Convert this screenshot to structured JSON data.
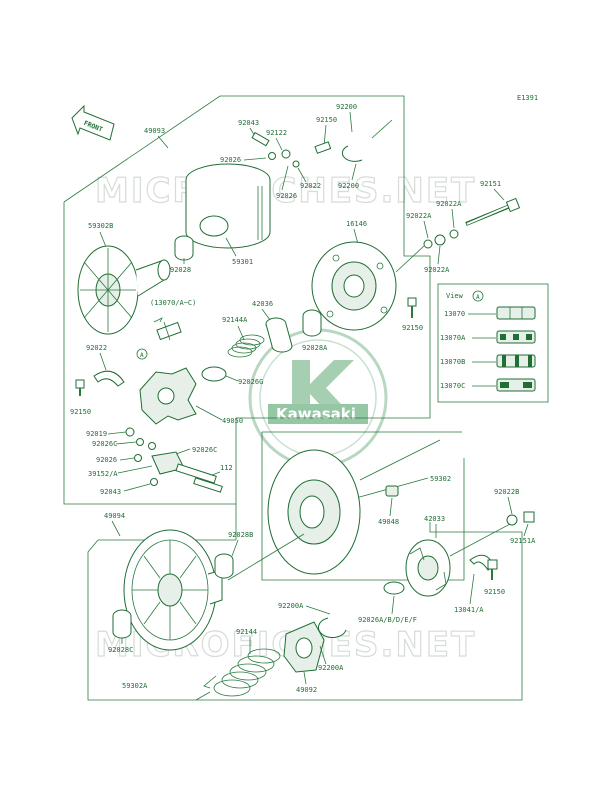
{
  "diagram_id": "E1391",
  "front_label": "FRONT",
  "watermark": "MICROFICHES.NET",
  "brand": "Kawasaki",
  "view_title": "View",
  "view_ref": "A",
  "callout_a": "A",
  "labels": {
    "p49093": "49093",
    "p92043a": "92043",
    "p92122": "92122",
    "p92150a": "92150",
    "p92200a": "92200",
    "p92026a": "92026",
    "p92022a": "92022",
    "p92026b": "92026",
    "p92200b": "92200",
    "p92151": "92151",
    "p59302b": "59302B",
    "p16146": "16146",
    "p92022A1": "92022A",
    "p92022A2": "92022A",
    "p92022A3": "92022A",
    "p92028": "92028",
    "p59301": "59301",
    "p13070grp": "(13070/A~C)",
    "p42036": "42036",
    "p92144A": "92144A",
    "p92150b": "92150",
    "p92022b": "92022",
    "p92028A": "92028A",
    "p92026G": "92026G",
    "p92150c": "92150",
    "p49050": "49050",
    "p92019": "92019",
    "p92026C1": "92026C",
    "p92026C2": "92026C",
    "p92026c": "92026",
    "p39152": "39152/A",
    "p112": "112",
    "p92043b": "92043",
    "p49094": "49094",
    "p59302": "59302",
    "p92022B": "92022B",
    "p49048": "49048",
    "p42033": "42033",
    "p92151A": "92151A",
    "p92028B": "92028B",
    "p92150d": "92150",
    "p13041": "13041/A",
    "p92200A1": "92200A",
    "p92026ABDEF": "92026A/B/D/E/F",
    "p92144": "92144",
    "p92028C": "92028C",
    "p92200A2": "92200A",
    "p59302A": "59302A",
    "p49092": "49092"
  },
  "view_items": [
    "13070",
    "13070A",
    "13070B",
    "13070C"
  ],
  "colors": {
    "line": "#1f6e34",
    "watermark": "#d6dcd8",
    "logo": "#2a8a44"
  }
}
